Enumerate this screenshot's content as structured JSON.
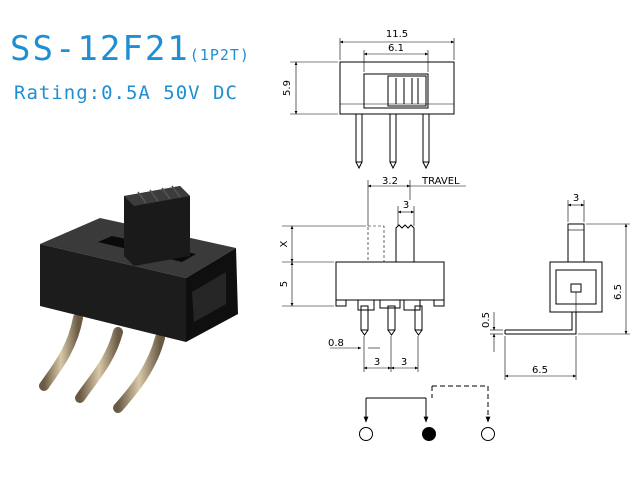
{
  "header": {
    "model": "SS-12F21",
    "configuration": "(1P2T)",
    "rating": "Rating:0.5A 50V DC"
  },
  "top_view": {
    "overall_width": "11.5",
    "slot_width": "6.1",
    "height": "5.9"
  },
  "front_view": {
    "travel_value": "3.2",
    "travel_label": "TRAVEL",
    "actuator_width": "3",
    "actuator_height": "X",
    "body_height": "5",
    "pin_width": "0.8",
    "pin_pitch_left": "3",
    "pin_pitch_right": "3"
  },
  "side_view": {
    "actuator_width": "3",
    "total_height": "6.5",
    "pin_thickness": "0.5",
    "pin_length": "6.5"
  },
  "colors": {
    "title": "#1e8fd2",
    "drawing": "#000000",
    "body": "#1a1a1a"
  }
}
